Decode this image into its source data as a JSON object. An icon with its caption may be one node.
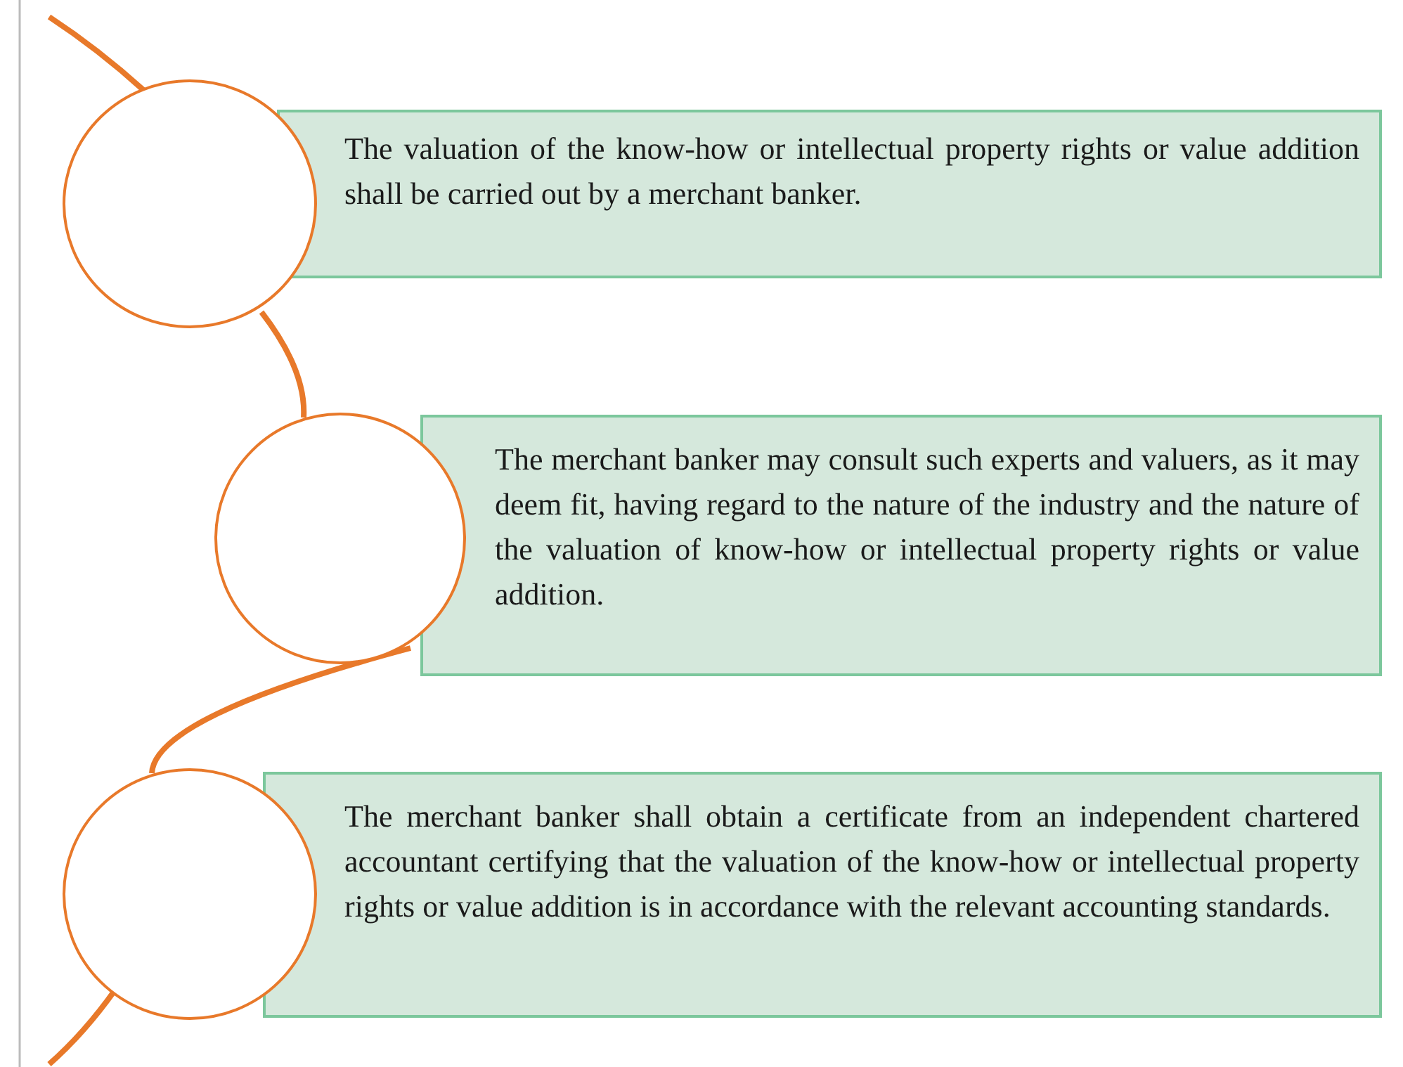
{
  "diagram": {
    "nodes": [
      {
        "text": [],
        "shape": "circle"
      },
      {
        "text": [
          "The valuation of the know-how or intellectual property rights or value addition shall be carried out by a merchant banker."
        ]
      },
      {
        "text": [],
        "shape": "circle"
      },
      {
        "text": [
          "The merchant banker may consult such experts and valuers, as it may deem fit, having regard to the nature of the industry and the nature of the valuation of know-how or intellectual property rights or value addition."
        ]
      },
      {
        "text": [],
        "shape": "circle"
      },
      {
        "text": [
          "The merchant banker shall obtain a certificate from an independent chartered accountant certifying that the valuation of the know-how or intellectual property rights or value addition is in accordance with the relevant accounting standards."
        ]
      }
    ],
    "edges": [
      {
        "from": null,
        "to": 0,
        "arrow": "none"
      },
      {
        "from": 0,
        "to": 2,
        "arrow": "none"
      },
      {
        "from": 2,
        "to": 4,
        "arrow": "none"
      },
      {
        "from": 4,
        "to": null,
        "arrow": "none"
      }
    ]
  }
}
